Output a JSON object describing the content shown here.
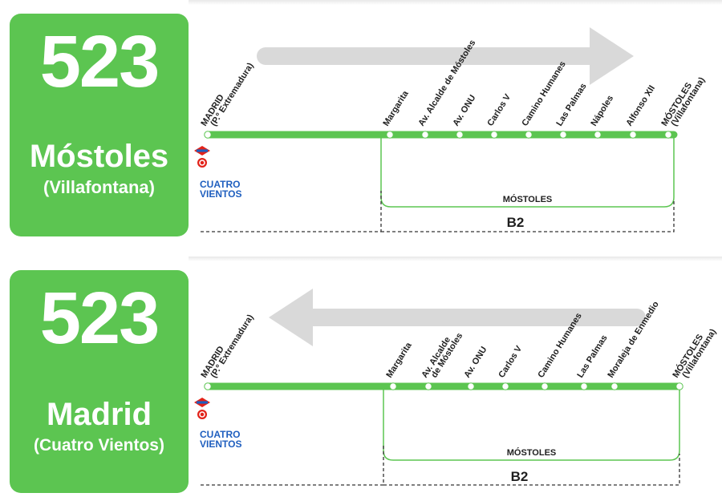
{
  "colors": {
    "route_green": "#5cc551",
    "arrow_gray": "#d9d9d9",
    "metro_red": "#e2231a",
    "metro_blue": "#1f5fbf"
  },
  "panels": [
    {
      "line_number": "523",
      "destination": "Móstoles",
      "destination_sub": "(Villafontana)",
      "direction": "right",
      "stops": [
        {
          "name": "MADRID",
          "name2": "(P.º Extremadura)"
        },
        {
          "name": "Margarita"
        },
        {
          "name": "Av. Alcalde de Móstoles"
        },
        {
          "name": "Av. ONU"
        },
        {
          "name": "Carlos V"
        },
        {
          "name": "Camino Humanes"
        },
        {
          "name": "Las Palmas"
        },
        {
          "name": "Nápoles"
        },
        {
          "name": "Alfonso XII"
        },
        {
          "name": "MÓSTOLES",
          "name2": "(Villafontana)"
        }
      ],
      "transfer": {
        "icons": [
          "metro-icon",
          "cercanias-icon"
        ],
        "line1": "CUATRO",
        "line2": "VIENTOS"
      },
      "zone": "MÓSTOLES",
      "connecting_line": "B2"
    },
    {
      "line_number": "523",
      "destination": "Madrid",
      "destination_sub": "(Cuatro Vientos)",
      "direction": "left",
      "stops": [
        {
          "name": "MADRID",
          "name2": "(P.º Extremadura)"
        },
        {
          "name": "Margarita"
        },
        {
          "name": "Av. Alcalde",
          "name2": "de Móstoles"
        },
        {
          "name": "Av. ONU"
        },
        {
          "name": "Carlos V"
        },
        {
          "name": "Camino Humanes"
        },
        {
          "name": "Las Palmas"
        },
        {
          "name": "Moraleja de Enmedio"
        },
        {
          "name": "MÓSTOLES",
          "name2": "(Villafontana)"
        }
      ],
      "transfer": {
        "icons": [
          "metro-icon",
          "cercanias-icon"
        ],
        "line1": "CUATRO",
        "line2": "VIENTOS"
      },
      "zone": "MÓSTOLES",
      "connecting_line": "B2"
    }
  ]
}
